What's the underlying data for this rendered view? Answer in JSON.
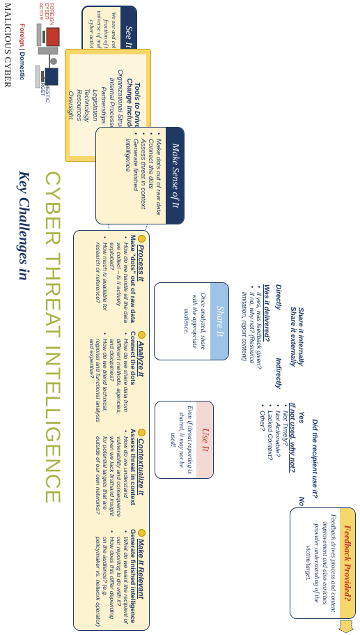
{
  "header": {
    "title_line1": "Key Challenges in",
    "title_line2": "CYBER THREAT INTELLIGENCE",
    "logo_title": "MALICIOUS CYBER ACTIVITY",
    "logo_foreign": "Foreign",
    "logo_domestic": "Domestic",
    "logo_foreign_actor": [
      "FOREIGN",
      "CYBER",
      "ACTOR"
    ],
    "logo_domestic_target": [
      "DOMESTIC",
      "TARGET"
    ]
  },
  "see_it": {
    "title": "See It",
    "text": "We see and collect a fraction of the universe of malicious cyber activity."
  },
  "tools": {
    "title_line1": "Tools to Drive",
    "title_line2": "Change Include:",
    "items": [
      "Organizational Structure",
      "Internal Processes",
      "Partnerships",
      "Legislation",
      "Technology",
      "Resources",
      "Oversight"
    ]
  },
  "make_sense": {
    "title": "Make Sense of It",
    "items": [
      "Make dots out of raw data",
      "Connect the dots",
      "Assess threat in context",
      "Generate finished intelligence"
    ]
  },
  "stages": [
    {
      "name": "Process it",
      "subtitle": "Make “dots” out of raw data",
      "bullets": [
        "How do we handle all the data we collect – is it actively exploited?",
        "How much is available for research or reference?"
      ]
    },
    {
      "name": "Analyze it",
      "subtitle": "Connect the dots",
      "bullets": [
        "How do we share data from different methods, agencies, and disciplines?",
        "How do we blend technical, regional and functional analysis and expertise?"
      ]
    },
    {
      "name": "Contextualize it",
      "subtitle": "Assess threat in context",
      "bullets": [
        "How do we understand vulnerability and consequence when we lack firsthand insight for potential targets that are outside of our own networks?"
      ]
    },
    {
      "name": "Make it Relevant",
      "subtitle": "Generate finished intelligence",
      "bullets": [
        "What do we want the recipient of our reporting to do with it?",
        "How does this differ depending on the audience? (e.g. policymaker vs. network operator)"
      ]
    }
  ],
  "share_it": {
    "title": "Share It",
    "text": "Once analyzed, share with the appropriate audience.",
    "internal": "Share it internally",
    "external": "Share it externally",
    "directly": "Directly",
    "indirectly": "Indirectly",
    "delivered_q": "Was it delivered?",
    "bullets": [
      "If yes, was feedback given?",
      "If no, why not? (Resource limitation, report content)"
    ]
  },
  "use_it": {
    "title": "Use It",
    "text": "Even if threat reporting is shared, it may not be used!",
    "question": "Did the recipient use it?",
    "yes": "Yes",
    "no": "No",
    "why_not": "If not used, why not?",
    "reasons": [
      "Not Timely?",
      "Not Actionable?",
      "Lacked Context?",
      "Other?"
    ]
  },
  "feedback": {
    "title": "Feedback Provided?",
    "text": "Feedback drives process and content improvement and also enriches provider understanding of the victim/target."
  },
  "colors": {
    "navy": "#1f3864",
    "cream": "#fdf3d0",
    "gold": "#f0c430",
    "red": "#c0392b",
    "light_blue": "#9dc3e6"
  }
}
